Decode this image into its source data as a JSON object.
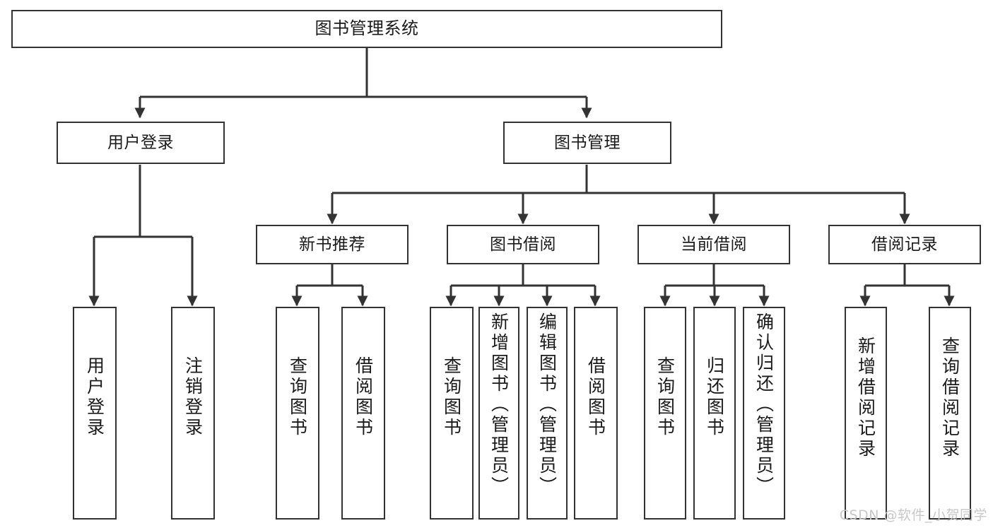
{
  "diagram": {
    "title": "图书管理系统",
    "type": "tree-hierarchy-diagram",
    "colors": {
      "box_border": "#333333",
      "box_fill": "#ffffff",
      "edge": "#333333",
      "text": "#1a1a1a",
      "watermark": "#c8c8c8",
      "background": "#ffffff"
    },
    "watermark": "CSDN @软件_小贺同学"
  },
  "nodes": {
    "root": {
      "label": "图书管理系统"
    },
    "level2": [
      {
        "id": "user-login",
        "label": "用户登录"
      },
      {
        "id": "book-manage",
        "label": "图书管理"
      }
    ],
    "level3": [
      {
        "id": "new-book-recommend",
        "label": "新书推荐"
      },
      {
        "id": "book-borrow",
        "label": "图书借阅"
      },
      {
        "id": "current-borrow",
        "label": "当前借阅"
      },
      {
        "id": "borrow-record",
        "label": "借阅记录"
      }
    ],
    "leaves": {
      "user_login": [
        {
          "id": "leaf-user-login",
          "label": "用户登录"
        },
        {
          "id": "leaf-logout-login",
          "label": "注销登录"
        }
      ],
      "new_book_recommend": [
        {
          "id": "leaf-query-book-1",
          "label": "查询图书"
        },
        {
          "id": "leaf-borrow-book-1",
          "label": "借阅图书"
        }
      ],
      "book_borrow": [
        {
          "id": "leaf-query-book-2",
          "label": "查询图书"
        },
        {
          "id": "leaf-add-book",
          "label": "新增图书（管理员）"
        },
        {
          "id": "leaf-edit-book",
          "label": "编辑图书（管理员）"
        },
        {
          "id": "leaf-borrow-book-2",
          "label": "借阅图书"
        }
      ],
      "current_borrow": [
        {
          "id": "leaf-query-book-3",
          "label": "查询图书"
        },
        {
          "id": "leaf-return-book",
          "label": "归还图书"
        },
        {
          "id": "leaf-confirm-return",
          "label": "确认归还（管理员）"
        }
      ],
      "borrow_record": [
        {
          "id": "leaf-add-borrow-record",
          "label": "新增借阅记录"
        },
        {
          "id": "leaf-query-borrow-record",
          "label": "查询借阅记录"
        }
      ]
    }
  }
}
